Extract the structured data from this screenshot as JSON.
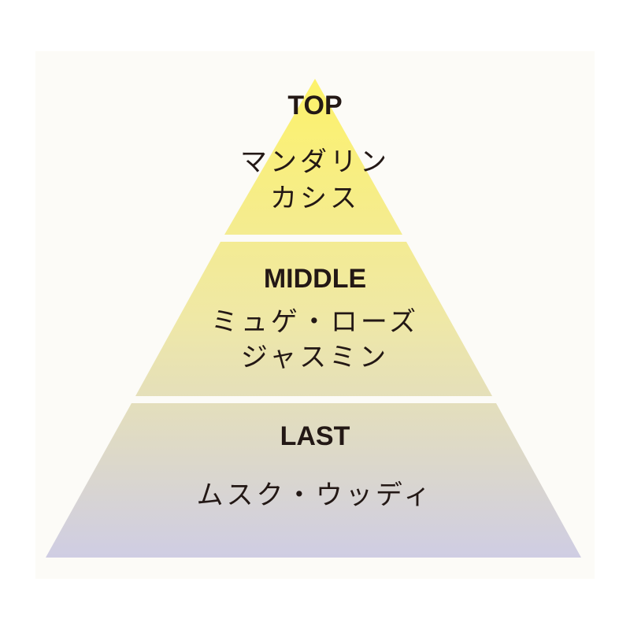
{
  "tiers": [
    {
      "title": "TOP",
      "notes": [
        "マンダリン",
        "カシス"
      ]
    },
    {
      "title": "MIDDLE",
      "notes": [
        "ミュゲ・ローズ",
        "ジャスミン"
      ]
    },
    {
      "title": "LAST",
      "notes": [
        "ムスク・ウッディ"
      ]
    }
  ],
  "colors": {
    "top": "#fdf26a",
    "middle": "#efe8a6",
    "bottom": "#cfcde3",
    "text": "#231815"
  }
}
